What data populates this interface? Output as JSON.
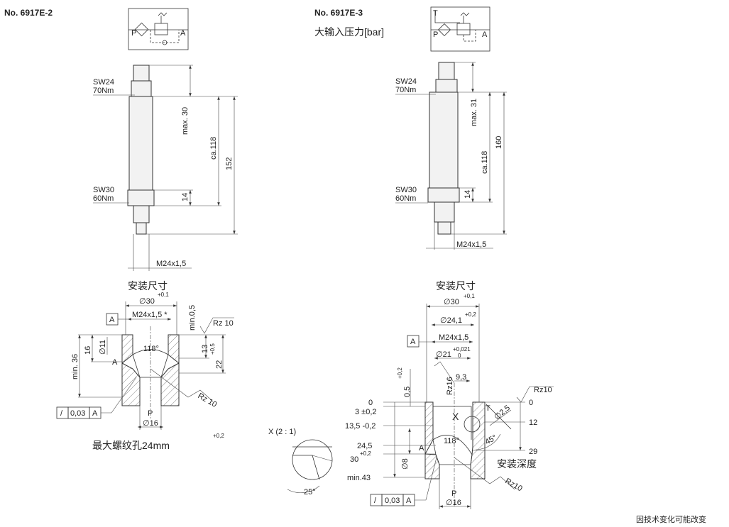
{
  "left": {
    "title": "No. 6917E-2",
    "schematic": {
      "port_p": "P",
      "port_a": "A"
    },
    "sw_top": "SW24",
    "torque_top": "70Nm",
    "sw_bottom": "SW30",
    "torque_bottom": "60Nm",
    "dims": {
      "max": "max. 30",
      "ca": "ca.118",
      "total": "152",
      "hex": "14",
      "thread": "M24x1,5"
    },
    "install": {
      "heading": "安装尺寸",
      "d30": "∅30",
      "d30_tol": "+0,1",
      "thread": "M24x1,5 *",
      "datum": "A",
      "min05": "min.0,5",
      "rz_top": "Rz 10",
      "rz_bottom": "Rz 10",
      "angle": "118°",
      "d11": "∅11",
      "d16_depth": "16",
      "min36": "min. 36",
      "d13": "13",
      "d13_tol": "+0,5",
      "d22": "22",
      "a_label": "A",
      "tol_symbol": "/",
      "tol_value": "0,03",
      "tol_datum": "A",
      "port": "P",
      "d16": "∅16",
      "stray_tol": "+0,2",
      "caption": "最大螺纹孔24mm"
    }
  },
  "right": {
    "title": "No. 6917E-3",
    "subtitle": "大输入压力[bar]",
    "schematic": {
      "port_t": "T",
      "port_p": "P",
      "port_a": "A"
    },
    "sw_top": "SW24",
    "torque_top": "70Nm",
    "sw_bottom": "SW30",
    "torque_bottom": "60Nm",
    "dims": {
      "max": "max. 31",
      "ca": "ca.118",
      "total": "160",
      "hex": "14",
      "thread": "M24x1,5"
    },
    "install": {
      "heading": "安装尺寸",
      "d30": "∅30",
      "d30_tol": "+0,1",
      "d241": "∅24,1",
      "d241_tol": "+0,2",
      "thread": "M24x1,5",
      "datum": "A",
      "d21": "∅21",
      "d21_tol_up": "+0,021",
      "d21_tol_low": "0",
      "rz16": "Rz16",
      "d93": "9,3",
      "d05": "0,5",
      "d05_tol": "+0,2",
      "rz_top": "Rz10",
      "left_levels": [
        "0",
        "3 ±0,2",
        "13,5 -0,2",
        "24,5",
        "30",
        "min.43"
      ],
      "level30_tol": "+0,2",
      "right_levels": [
        "0",
        "12",
        "29"
      ],
      "x_label": "X",
      "t_label": "T",
      "d25": "∅2,5",
      "angle45": "45°",
      "angle": "118°",
      "a_label": "A",
      "d8": "∅8",
      "depth_caption": "安装深度",
      "rz_bottom": "Rz10",
      "tol_symbol": "/",
      "tol_value": "0,03",
      "tol_datum": "A",
      "port": "P",
      "d16": "∅16"
    }
  },
  "detail": {
    "label": "X  (2 : 1)",
    "angle": "25°"
  },
  "footer": {
    "note": "因技术变化可能改变"
  }
}
